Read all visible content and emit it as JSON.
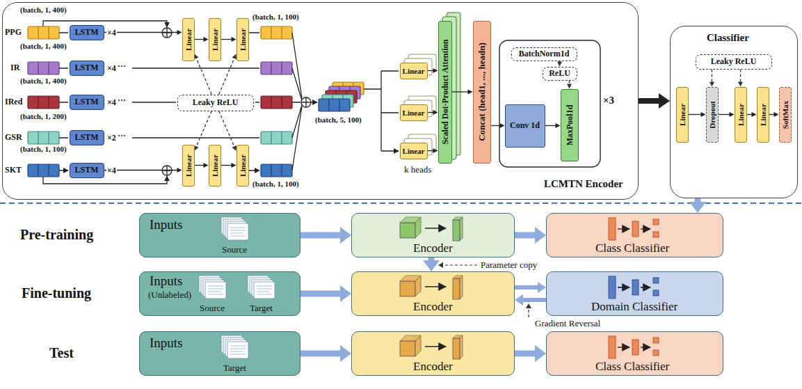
{
  "diagram": {
    "nodes": [
      {
        "text": [
          "LCMTN Encoder"
        ]
      },
      {
        "text": [
          "LSTM"
        ],
        "in": 0
      },
      {
        "text": [
          "LSTM"
        ],
        "in": 0
      },
      {
        "text": [
          "LSTM"
        ],
        "in": 0
      },
      {
        "text": [
          "LSTM"
        ],
        "in": 0
      },
      {
        "text": [
          "LSTM"
        ],
        "in": 0
      },
      {
        "text": [
          "Linear"
        ],
        "in": 0
      },
      {
        "text": [
          "Linear"
        ],
        "in": 0
      },
      {
        "text": [
          "Linear"
        ],
        "in": 0
      },
      {
        "text": [
          "Linear"
        ],
        "in": 0
      },
      {
        "text": [
          "Linear"
        ],
        "in": 0
      },
      {
        "text": [
          "Linear"
        ],
        "in": 0
      },
      {
        "text": [
          "Leaky ReLU"
        ],
        "in": 0
      },
      {
        "text": [
          "Linear"
        ],
        "in": 0
      },
      {
        "text": [
          "Linear"
        ],
        "in": 0
      },
      {
        "text": [
          "Linear"
        ],
        "in": 0
      },
      {
        "text": [
          "Scaled Dot-Product Attention"
        ],
        "in": 0
      },
      {
        "text": [
          "Concat (head1, ..., headn)"
        ],
        "in": 0
      },
      {
        "text": [
          "BatchNorm1d"
        ],
        "in": 0
      },
      {
        "text": [
          "ReLU"
        ],
        "in": 0
      },
      {
        "text": [
          "Conv 1d"
        ],
        "in": 0
      },
      {
        "text": [
          "MaxPool1d"
        ],
        "in": 0
      },
      {
        "text": [
          "Classifier"
        ]
      },
      {
        "text": [
          "Linear"
        ],
        "in": 22
      },
      {
        "text": [
          "Dropout"
        ],
        "in": 22
      },
      {
        "text": [
          "Linear"
        ],
        "in": 22
      },
      {
        "text": [
          "Linear"
        ],
        "in": 22
      },
      {
        "text": [
          "SoftMax"
        ],
        "in": 22
      },
      {
        "text": [
          "Leaky ReLU"
        ],
        "in": 22
      },
      {
        "text": [
          "Inputs",
          "Source"
        ]
      },
      {
        "text": [
          "Encoder"
        ]
      },
      {
        "text": [
          "Class Classifier"
        ]
      },
      {
        "text": [
          "Inputs",
          "(Unlabeled)",
          "Source",
          "Target"
        ]
      },
      {
        "text": [
          "Encoder"
        ]
      },
      {
        "text": [
          "Domain Classifier"
        ]
      },
      {
        "text": [
          "Inputs",
          "Target"
        ]
      },
      {
        "text": [
          "Encoder"
        ]
      },
      {
        "text": [
          "Class Classifier"
        ]
      }
    ],
    "edges": [
      {
        "from": 1,
        "to": 6,
        "arrow": "to"
      },
      {
        "from": 6,
        "to": 7,
        "arrow": "to"
      },
      {
        "from": 7,
        "to": 8,
        "arrow": "to"
      },
      {
        "from": 5,
        "to": 9,
        "arrow": "to"
      },
      {
        "from": 9,
        "to": 10,
        "arrow": "to"
      },
      {
        "from": 10,
        "to": 11,
        "arrow": "to"
      },
      {
        "from": 12,
        "to": 6,
        "arrow": "to"
      },
      {
        "from": 12,
        "to": 8,
        "arrow": "to"
      },
      {
        "from": 12,
        "to": 9,
        "arrow": "to"
      },
      {
        "from": 12,
        "to": 11,
        "arrow": "to"
      },
      {
        "from": 13,
        "to": 16,
        "arrow": "to"
      },
      {
        "from": 14,
        "to": 16,
        "arrow": "to"
      },
      {
        "from": 15,
        "to": 16,
        "arrow": "to"
      },
      {
        "from": 16,
        "to": 17,
        "arrow": "to"
      },
      {
        "from": 17,
        "to": 20,
        "arrow": "to"
      },
      {
        "from": 20,
        "to": 21,
        "arrow": "to"
      },
      {
        "from": 18,
        "to": 19,
        "arrow": "to"
      },
      {
        "from": 19,
        "to": 21,
        "arrow": "to"
      },
      {
        "from": 0,
        "to": 22,
        "arrow": "to"
      },
      {
        "from": 23,
        "to": 24,
        "arrow": "to"
      },
      {
        "from": 24,
        "to": 25,
        "arrow": "to"
      },
      {
        "from": 25,
        "to": 26,
        "arrow": "to"
      },
      {
        "from": 26,
        "to": 27,
        "arrow": "to"
      },
      {
        "from": 28,
        "to": 24,
        "arrow": "to"
      },
      {
        "from": 28,
        "to": 25,
        "arrow": "to"
      },
      {
        "from": 22,
        "to": 31,
        "arrow": "to"
      },
      {
        "from": 29,
        "to": 30,
        "arrow": "to"
      },
      {
        "from": 30,
        "to": 31,
        "arrow": "to"
      },
      {
        "from": 30,
        "to": 33,
        "arrow": "to"
      },
      {
        "from": 32,
        "to": 33,
        "arrow": "to"
      },
      {
        "from": 33,
        "to": 34,
        "arrow": "to"
      },
      {
        "from": 34,
        "to": 33,
        "arrow": "to"
      },
      {
        "from": 35,
        "to": 36,
        "arrow": "to"
      },
      {
        "from": 36,
        "to": 37,
        "arrow": "to"
      }
    ],
    "labels": [
      "(batch, 1, 400)",
      "PPG",
      "×4",
      "(batch, 1, 400)",
      "IR",
      "×4",
      "···",
      "(batch, 1, 400)",
      "IRed",
      "×4",
      "···",
      "(batch, 1, 200)",
      "GSR",
      "×2",
      "···",
      "(batch, 1, 100)",
      "SKT",
      "×4",
      "(batch, 1, 100)",
      "(batch, 1, 100)",
      "(batch, 5, 100)",
      "k heads",
      "×3",
      "Pre-training",
      "Fine-tuning",
      "Test",
      "Parameter copy",
      "Gradient Reversal"
    ]
  }
}
